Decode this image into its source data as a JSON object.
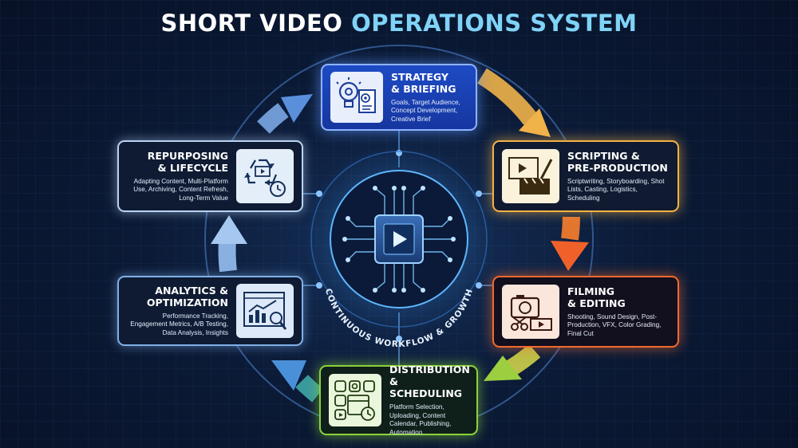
{
  "title": {
    "part1": "SHORT VIDEO",
    "part2": "OPERATIONS SYSTEM"
  },
  "center": {
    "label": "CONTINUOUS WORKFLOW & GROWTH"
  },
  "stages": {
    "strategy": {
      "title": "STRATEGY\n& BRIEFING",
      "desc": "Goals, Target Audience, Concept Development, Creative Brief",
      "icon": "lightbulb-gear-document-icon",
      "color": "#1d4bc4"
    },
    "scripting": {
      "title": "SCRIPTING &\nPRE-PRODUCTION",
      "desc": "Scriptwriting, Storyboarding, Shot Lists, Casting, Logistics, Scheduling",
      "icon": "storyboard-clapperboard-icon",
      "color": "#f3b246"
    },
    "filming": {
      "title": "FILMING\n& EDITING",
      "desc": "Shooting, Sound Design, Post-Production, VFX, Color Grading, Final Cut",
      "icon": "camera-scissors-icon",
      "color": "#f06a2e"
    },
    "distribution": {
      "title": "DISTRIBUTION\n& SCHEDULING",
      "desc": "Platform Selection, Uploading, Content Calendar, Publishing, Automation",
      "icon": "platforms-calendar-icon",
      "color": "#8bd23a"
    },
    "analytics": {
      "title": "ANALYTICS &\nOPTIMIZATION",
      "desc": "Performance Tracking, Engagement Metrics, A/B Testing, Data Analysis, Insights",
      "icon": "chart-magnifier-icon",
      "color": "#7fb0e8"
    },
    "repurposing": {
      "title": "REPURPOSING\n& LIFECYCLE",
      "desc": "Adapting Content, Multi-Platform Use, Archiving, Content Refresh, Long-Term Value",
      "icon": "recycle-video-clock-icon",
      "color": "#b9d3f2"
    }
  }
}
